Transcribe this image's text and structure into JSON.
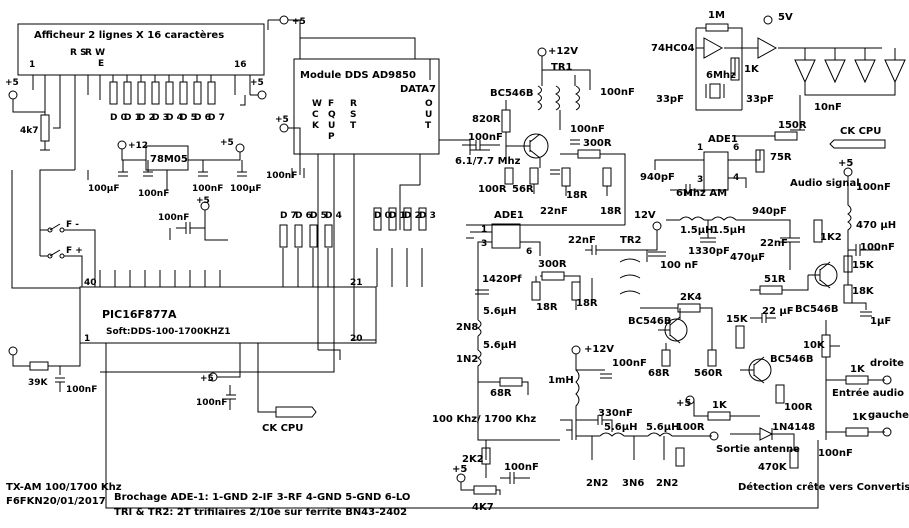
{
  "title": {
    "line1": "TX-AM 100/1700 Khz",
    "line2": "F6FKN20/01/2017"
  },
  "display": {
    "label": "Afficheur 2 lignes X  16 caractères",
    "pin1": "1",
    "pin16": "16",
    "pins_rsrw_e": [
      "R S",
      "R W",
      "E"
    ],
    "data_pins": [
      "D 0",
      "D 1",
      "D 2",
      "D 3",
      "D 4",
      "D 5",
      "D 6",
      "D 7"
    ],
    "pot": "4k7",
    "plus5": "+5"
  },
  "dds": {
    "label": "Module DDS AD9850",
    "data7": "DATA7",
    "pins": [
      "W C L K",
      "F Q U P",
      "R S T",
      "O U T"
    ],
    "plus5": "+5",
    "cap": "100nF",
    "cap2": "100nF"
  },
  "reg": {
    "label": "78M05",
    "plus12": "+12",
    "plus5": "+5",
    "caps": [
      "100µF",
      "100nF",
      "100nF",
      "100µF"
    ]
  },
  "pic": {
    "label": "PIC16F877A",
    "soft": "Soft:DDS-100-1700KHZ1",
    "pin40": "40",
    "pin21": "21",
    "pin1": "1",
    "pin20": "20",
    "data_left": [
      "D 7",
      "D 6",
      "D 5",
      "D 4"
    ],
    "data_right": [
      "D 0",
      "D 1",
      "D 2",
      "D 3"
    ],
    "f_minus": "F -",
    "f_plus": "F +",
    "cap": "100nF",
    "plus5": "+5",
    "ck_cpu": "CK CPU",
    "reset_r": "39K",
    "reset_c": "100nF",
    "plus5_bottom": "+5",
    "cap_bottom": "100nF"
  },
  "osc": {
    "r1m": "1M",
    "v5": "5V",
    "chip": "74HC04",
    "xtal": "6Mhz",
    "r1k": "1K",
    "c1": "33pF",
    "c2": "33pF",
    "c10": "10nF",
    "r150": "150R",
    "ck_cpu": "CK CPU"
  },
  "rf": {
    "plus12": "+12V",
    "tr1": "TR1",
    "bc546b": "BC546B",
    "c100n_a": "100nF",
    "c100n_b": "100nF",
    "c100n_c": "100nF",
    "r820": "820R",
    "r100": "100R",
    "r56": "56R",
    "r18a": "18R",
    "r18b": "18R",
    "r300": "300R",
    "c22n": "22nF",
    "freq": "6.1/7.7 Mhz"
  },
  "ade1_top": {
    "label": "ADE1",
    "pin1": "1",
    "pin6": "6",
    "pin3": "3",
    "pin4": "4",
    "r75": "75R",
    "c940": "940pF",
    "am": "6Mhz AM"
  },
  "ade1_mid": {
    "label": "ADE1",
    "pin1": "1",
    "pin3": "3",
    "pin6": "6",
    "v12": "12V",
    "c22n": "22nF",
    "tr2": "TR2",
    "c100": "100 nF",
    "r300": "300R",
    "r18a": "18R",
    "r18b": "18R"
  },
  "filter": {
    "c1420": "1420Pf",
    "l56a": "5.6µH",
    "l2n8": "2N8",
    "l56b": "5.6µH",
    "c1n2": "1N2",
    "r68": "68R",
    "band": "100 Khz/ 1700 Khz",
    "l15a": "1.5µH",
    "l15b": "1.5µH",
    "c940": "940pF",
    "c1330": "1330pF",
    "c22n": "22nF",
    "c470": "470µF"
  },
  "audio": {
    "label": "Audio signal",
    "plus5": "+5",
    "c100n": "100nF",
    "l470": "470 µH",
    "r1k2": "1K2",
    "c100n2": "100nF",
    "r15k": "15K",
    "bc546b": "BC546B",
    "r18k": "18K",
    "c1uf": "1µF",
    "r51": "51R",
    "r10k": "10K",
    "r1k_a": "1K",
    "droite": "droite",
    "entree": "Entrée audio",
    "r1k_b": "1K",
    "gauche": "gauche",
    "c100n3": "100nF"
  },
  "out": {
    "r2k4": "2K4",
    "bc546b_a": "BC546B",
    "r68": "68R",
    "r560": "560R",
    "r15k": "15K",
    "c22u": "22 µF",
    "bc546b_b": "BC546B",
    "r100": "100R",
    "plus12": "+12V",
    "c100n": "100nF",
    "l1mh": "1mH",
    "c330n": "330nF",
    "l56a": "5.6µH",
    "l56b": "5.6µH",
    "r100b": "100R",
    "c2n2a": "2N2",
    "c3n6": "3N6",
    "c2n2b": "2N2",
    "sortie": "Sortie antenne",
    "r2k2": "2K2",
    "c100n2": "100nF",
    "pot4k7": "4K7",
    "plus5": "+5",
    "plus5b": "+5",
    "r1k": "1K",
    "diode": "1N4148",
    "r470k": "470K",
    "detect": "Détection crête vers Convertisseur A/D"
  },
  "notes": {
    "ade": "Brochage ADE-1: 1-GND 2-IF 3-RF 4-GND 5-GND 6-LO",
    "tr": "TRI & TR2: 2T trifilaires 2/10e sur ferrite BN43-2402"
  }
}
